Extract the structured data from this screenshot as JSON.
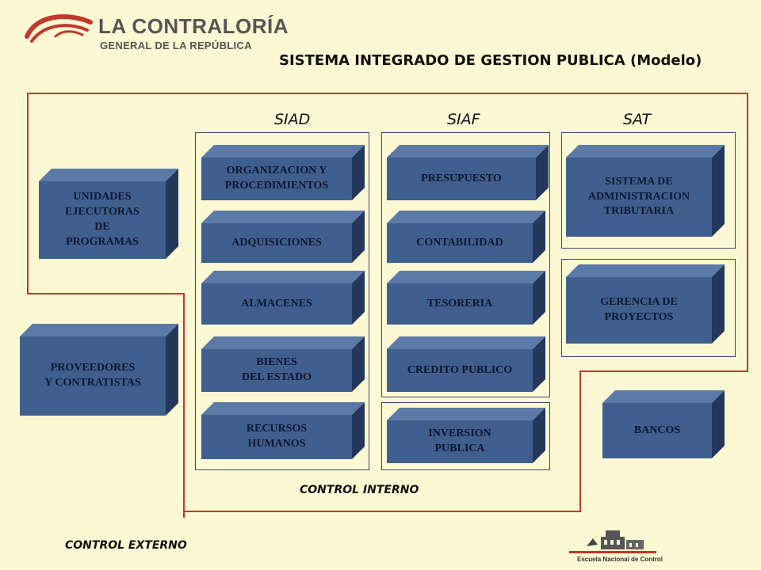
{
  "header": {
    "logo_main": "LA CONTRALORÍA",
    "logo_sub": "GENERAL DE LA REPÚBLICA",
    "title": "SISTEMA INTEGRADO DE GESTION PUBLICA (Modelo)"
  },
  "columns": {
    "siad": "SIAD",
    "siaf": "SIAF",
    "sat": "SAT"
  },
  "left": {
    "unidades": "UNIDADES\nEJECUTORAS\nDE\nPROGRAMAS",
    "proveedores": "PROVEEDORES\nY CONTRATISTAS"
  },
  "siad_items": [
    "ORGANIZACION Y\nPROCEDIMIENTOS",
    "ADQUISICIONES",
    "ALMACENES",
    "BIENES\nDEL ESTADO",
    "RECURSOS\nHUMANOS"
  ],
  "siaf_items": [
    "PRESUPUESTO",
    "CONTABILIDAD",
    "TESORERIA",
    "CREDITO PUBLICO"
  ],
  "inversion": "INVERSION\nPUBLICA",
  "sat_items": [
    "SISTEMA DE\nADMINISTRACION\nTRIBUTARIA",
    "GERENCIA DE\nPROYECTOS"
  ],
  "bancos": "BANCOS",
  "labels": {
    "control_interno": "CONTROL INTERNO",
    "control_externo": "CONTROL EXTERNO"
  },
  "footer": {
    "school": "Escuela Nacional de Control"
  },
  "colors": {
    "background": "#fbf8d3",
    "frame_red": "#c0392b",
    "box_front": "#3f5f8e",
    "box_top": "#5c7aa8",
    "box_side": "#24385c",
    "box_text": "#0e1630"
  }
}
